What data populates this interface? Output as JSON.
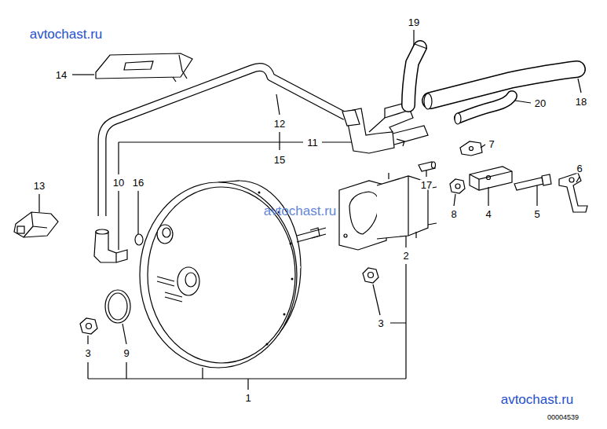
{
  "diagram": {
    "labels": [
      "avtochast.ru",
      "14",
      "19",
      "18",
      "12",
      "20",
      "11",
      "15",
      "7",
      "13",
      "10",
      "16",
      "17",
      "6",
      "8",
      "4",
      "5",
      "avtochast.ru",
      "2",
      "3",
      "9",
      "3",
      "1",
      "avtochast.ru",
      "00004539"
    ]
  }
}
